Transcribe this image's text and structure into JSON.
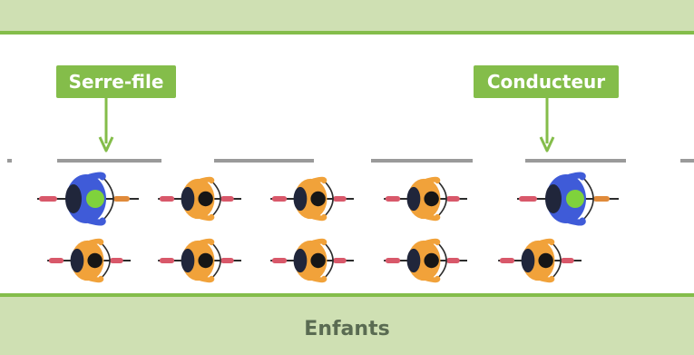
{
  "labels": {
    "serre_file": "Serre-file",
    "conducteur": "Conducteur",
    "enfants": "Enfants"
  },
  "colors": {
    "band_fill": "#cfe0b3",
    "band_line": "#84bd4a",
    "callout": "#84bd4a",
    "lane_dash": "#9a9a9a",
    "adult_body": "#3f5bd8",
    "adult_head": "#7fd23c",
    "child_body": "#f1a23a",
    "child_head": "#161616",
    "bike_frame": "#2c2c2c",
    "bike_red": "#d8586a",
    "dark": "#20263b"
  },
  "formation": {
    "rows": [
      {
        "row": "top",
        "riders": [
          "adult",
          "child",
          "child",
          "child",
          "adult"
        ]
      },
      {
        "row": "bottom",
        "riders": [
          "child",
          "child",
          "child",
          "child",
          "child"
        ]
      }
    ],
    "callouts": [
      {
        "label_key": "serre_file",
        "points_to_rider": 0
      },
      {
        "label_key": "conducteur",
        "points_to_rider": 4
      }
    ]
  }
}
